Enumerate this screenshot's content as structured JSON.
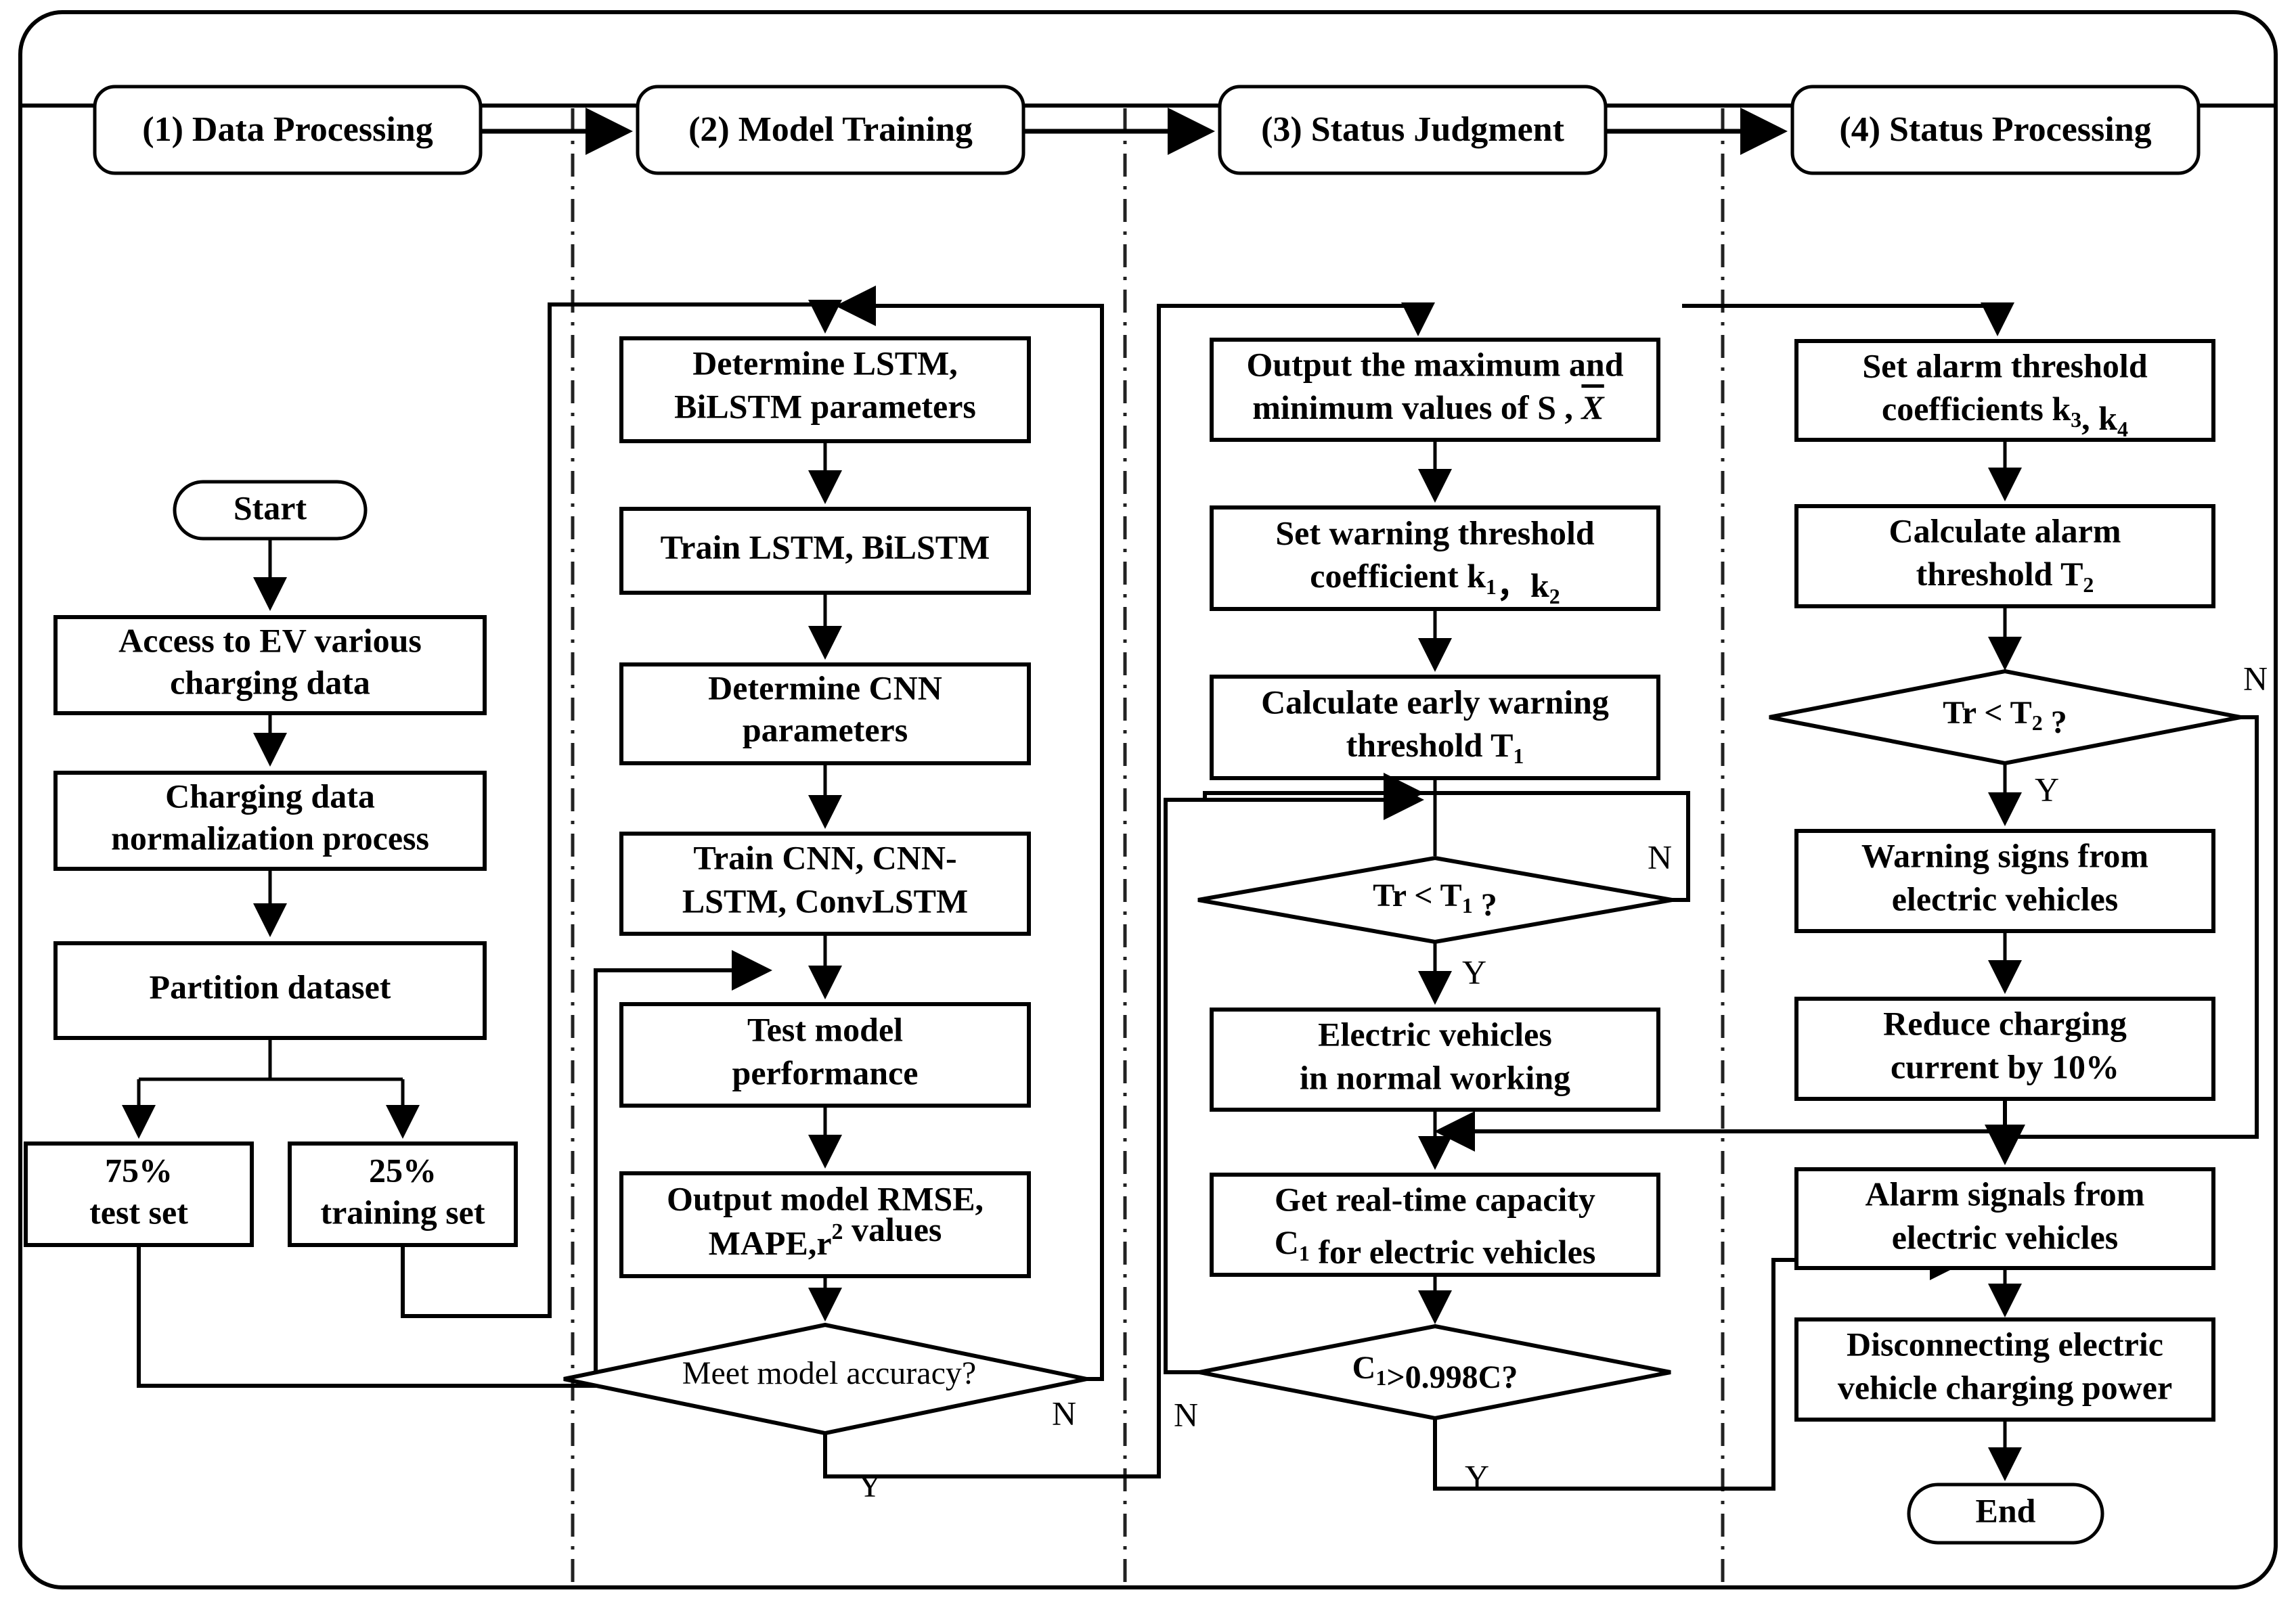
{
  "outer_frame": {
    "label": "rounded-outer-frame"
  },
  "header": {
    "stages": [
      {
        "id": "stage-1",
        "label": "(1) Data Processing"
      },
      {
        "id": "stage-2",
        "label": "(2) Model Training"
      },
      {
        "id": "stage-3",
        "label": "(3) Status Judgment"
      },
      {
        "id": "stage-4",
        "label": "(4) Status Processing"
      }
    ]
  },
  "columns": [
    {
      "id": "col-data-processing",
      "nodes": [
        {
          "id": "start",
          "shape": "terminator",
          "text": [
            "Start"
          ]
        },
        {
          "id": "access-ev-data",
          "shape": "process",
          "text": [
            "Access to EV various",
            "charging data"
          ]
        },
        {
          "id": "normalization",
          "shape": "process",
          "text": [
            "Charging data",
            "normalization process"
          ]
        },
        {
          "id": "partition-dataset",
          "shape": "process",
          "text": [
            "Partition dataset"
          ]
        },
        {
          "id": "test-set",
          "shape": "process",
          "text": [
            "75%",
            "test set"
          ]
        },
        {
          "id": "training-set",
          "shape": "process",
          "text": [
            "25%",
            "training set"
          ]
        }
      ]
    },
    {
      "id": "col-model-training",
      "nodes": [
        {
          "id": "determine-lstm",
          "shape": "process",
          "text": [
            "Determine LSTM,",
            "BiLSTM  parameters"
          ]
        },
        {
          "id": "train-lstm",
          "shape": "process",
          "text": [
            "Train LSTM, BiLSTM"
          ]
        },
        {
          "id": "determine-cnn",
          "shape": "process",
          "text": [
            "Determine CNN",
            "parameters"
          ]
        },
        {
          "id": "train-cnn",
          "shape": "process",
          "text": [
            "Train CNN, CNN-",
            "LSTM, ConvLSTM"
          ]
        },
        {
          "id": "test-model",
          "shape": "process",
          "text": [
            "Test model",
            "performance"
          ]
        },
        {
          "id": "output-metrics",
          "shape": "process",
          "text": [
            "Output model RMSE,",
            "MAPE,r² values"
          ]
        },
        {
          "id": "meet-accuracy",
          "shape": "decision",
          "text": [
            "Meet model accuracy?"
          ],
          "yes": "Y",
          "no": "N"
        }
      ]
    },
    {
      "id": "col-status-judgment",
      "nodes": [
        {
          "id": "output-max-min",
          "shape": "process",
          "text": [
            "Output the maximum and",
            "minimum values of S , X̄"
          ]
        },
        {
          "id": "set-warning-coeff",
          "shape": "process",
          "text": [
            "Set warning threshold",
            "coefficient k₁，k₂"
          ]
        },
        {
          "id": "calc-warning-threshold",
          "shape": "process",
          "text": [
            "Calculate early warning",
            "threshold T₁"
          ]
        },
        {
          "id": "tr-lt-t1",
          "shape": "decision",
          "text": [
            "Tr < T₁ ?"
          ],
          "yes": "Y",
          "no": "N"
        },
        {
          "id": "ev-normal",
          "shape": "process",
          "text": [
            "Electric vehicles",
            "in normal working"
          ]
        },
        {
          "id": "get-capacity",
          "shape": "process",
          "text": [
            "Get real-time capacity",
            "C₁ for electric vehicles"
          ]
        },
        {
          "id": "c1-gt-0998c",
          "shape": "decision",
          "text": [
            "C₁>0.998C?"
          ],
          "yes": "Y",
          "no": "N"
        }
      ]
    },
    {
      "id": "col-status-processing",
      "nodes": [
        {
          "id": "set-alarm-coeff",
          "shape": "process",
          "text": [
            "Set alarm threshold",
            "coefficients k₃, k₄"
          ]
        },
        {
          "id": "calc-alarm-threshold",
          "shape": "process",
          "text": [
            "Calculate alarm",
            "threshold T₂"
          ]
        },
        {
          "id": "tr-lt-t2",
          "shape": "decision",
          "text": [
            "Tr  < T₂ ?"
          ],
          "yes": "Y",
          "no": "N"
        },
        {
          "id": "warning-signs",
          "shape": "process",
          "text": [
            "Warning signs from",
            "electric vehicles"
          ]
        },
        {
          "id": "reduce-current",
          "shape": "process",
          "text": [
            "Reduce charging",
            "current by 10%"
          ]
        },
        {
          "id": "alarm-signals",
          "shape": "process",
          "text": [
            "Alarm signals from",
            "electric vehicles"
          ]
        },
        {
          "id": "disconnect-power",
          "shape": "process",
          "text": [
            "Disconnecting electric",
            "vehicle charging power"
          ]
        },
        {
          "id": "end",
          "shape": "terminator",
          "text": [
            "End"
          ]
        }
      ]
    }
  ],
  "branch_labels": {
    "yes": "Y",
    "no": "N"
  },
  "colors": {
    "stroke": "#000000",
    "fill": "#ffffff",
    "background": "#ffffff"
  }
}
